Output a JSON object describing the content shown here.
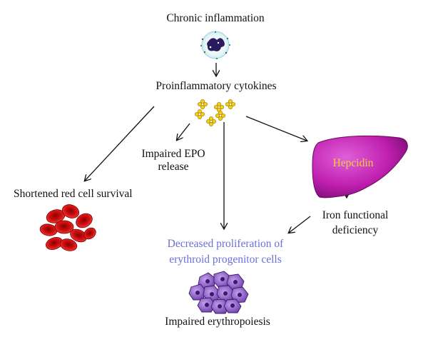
{
  "nodes": {
    "chronic_inflammation": "Chronic inflammation",
    "proinflammatory_cytokines": "Proinflammatory cytokines",
    "impaired_epo_line1": "Impaired EPO",
    "impaired_epo_line2": "release",
    "shortened_survival": "Shortened red cell survival",
    "hepcidin": "Hepcidin",
    "iron_line1": "Iron functional",
    "iron_line2": "deficiency",
    "decreased_line1": "Decreased proliferation of",
    "decreased_line2": "erythroid progenitor cells",
    "impaired_erythropoiesis": "Impaired erythropoiesis"
  },
  "colors": {
    "liver": "#c020b0",
    "hepcidin_text": "#f1d23a",
    "highlight_text": "#6a6fd6",
    "red_cells": "#d01010",
    "cytokines": "#f2cf1d",
    "progenitor_cells": "#8a5ac8",
    "neutrophil_nucleus": "#2a1a5e"
  },
  "icons": [
    "neutrophil-icon",
    "cytokine-cluster-icon",
    "liver-icon",
    "red-blood-cells-icon",
    "progenitor-cells-icon"
  ]
}
